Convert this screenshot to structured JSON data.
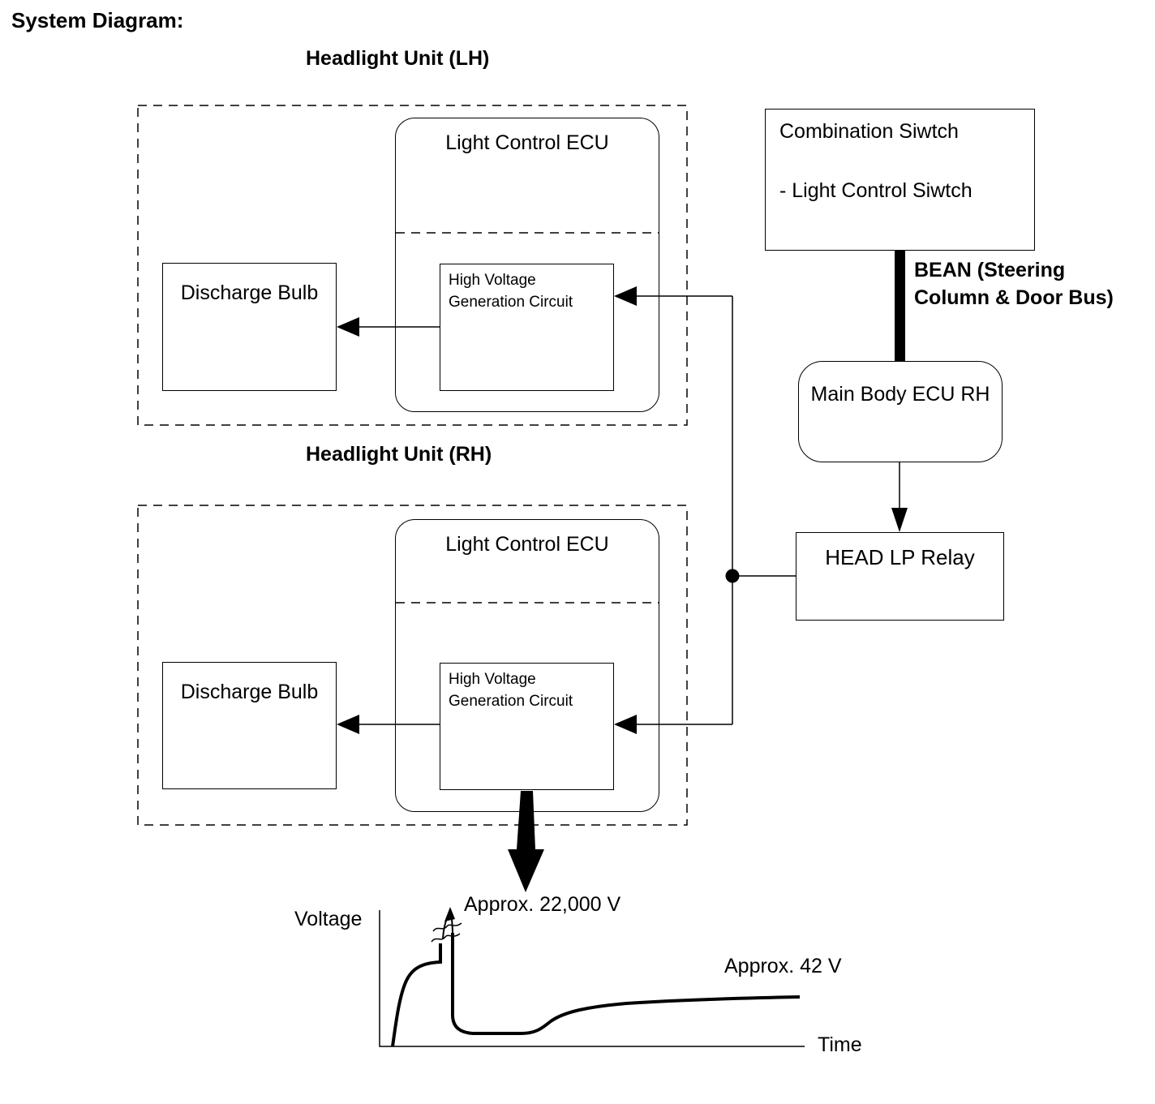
{
  "header": {
    "title": "System Diagram:"
  },
  "headlight_lh": {
    "label": "Headlight Unit (LH)",
    "ecu_label": "Light Control ECU",
    "hvgc_line1": "High Voltage",
    "hvgc_line2": "Generation Circuit",
    "bulb_label": "Discharge Bulb"
  },
  "headlight_rh": {
    "label": "Headlight Unit (RH)",
    "ecu_label": "Light Control ECU",
    "hvgc_line1": "High Voltage",
    "hvgc_line2": "Generation Circuit",
    "bulb_label": "Discharge Bulb"
  },
  "combination_switch": {
    "title": "Combination Siwtch",
    "item": "- Light Control Siwtch"
  },
  "bean_bus": {
    "line1": "BEAN (Steering",
    "line2": "Column & Door Bus)"
  },
  "main_body_ecu": {
    "label": "Main Body ECU RH"
  },
  "head_lp_relay": {
    "label": "HEAD LP Relay"
  },
  "graph": {
    "ylabel": "Voltage",
    "xlabel": "Time",
    "peak_annotation": "Approx. 22,000 V",
    "steady_annotation": "Approx. 42 V"
  },
  "colors": {
    "ink": "#000000",
    "background": "#ffffff"
  },
  "chart_data": {
    "type": "line",
    "title": "",
    "xlabel": "Time",
    "ylabel": "Voltage",
    "axis_numeric_labels": false,
    "annotations": [
      "Approx. 22,000 V",
      "Approx. 42 V"
    ],
    "series": [
      {
        "name": "Discharge bulb voltage",
        "qualitative_points": [
          "steep rise from zero at switch-on",
          "ignition spike to approx 22,000 V shown off-scale with axis break",
          "sharp drop to low voltage plateau",
          "gradual rise levelling out at approx 42 V"
        ]
      }
    ],
    "legend": false,
    "grid": false
  }
}
